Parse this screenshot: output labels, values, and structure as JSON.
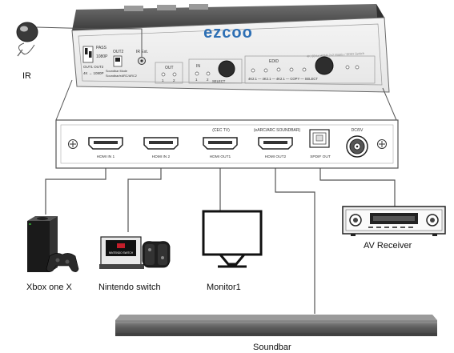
{
  "brand": "ezcoo",
  "top_panel": {
    "ir_ext": "IR Ext.",
    "pass": "PASS",
    "p1080": "1080P",
    "out1_out2": "OUT1 OUT2",
    "scale": "4K → 1080P",
    "out2": "OUT2",
    "audio_mode": "Soundbar Mode",
    "audio_mode_sub": "Soundbar/eARC/ARC2",
    "out_group": "OUT",
    "in_group": "IN",
    "edid_group": "EDID",
    "select1": "SELECT",
    "edid_row": "4K2.1 — 4K2.1 — 4K2.1 — COPY — SELECT",
    "n1": "1",
    "n2": "2",
    "model_text": "4K 60Hz HDMI 2x2 Matrix / EDID Switch"
  },
  "back_panel": {
    "cec_tv": "(CEC TV)",
    "earc": "(eARC/ARC SOUNDBAR)",
    "dc": "DC/5V",
    "hdmi_in1": "HDMI IN 1",
    "hdmi_in2": "HDMI IN 2",
    "hdmi_out1": "HDMI OUT1",
    "hdmi_out2": "HDMI OUT2",
    "spdif": "SPDIF OUT"
  },
  "devices": {
    "ir": "IR",
    "xbox": "Xbox one X",
    "nintendo": "Nintendo switch",
    "monitor": "Monitor1",
    "av_receiver": "AV Receiver",
    "soundbar": "Soundbar",
    "switch_logo": "NINTENDO SWITCH"
  }
}
